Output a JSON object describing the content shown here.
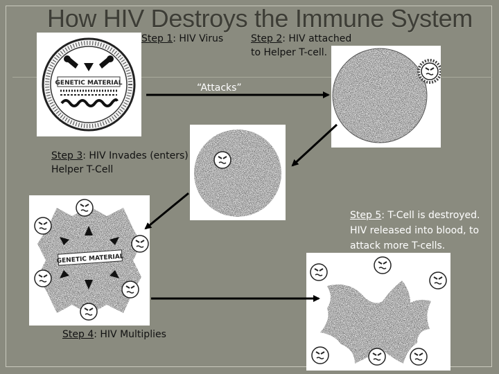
{
  "title": "How HIV Destroys the Immune System",
  "steps": [
    {
      "step": "Step 1",
      "text": ": HIV Virus"
    },
    {
      "step": "Step 2",
      "text": ": HIV attached",
      "line2": "to Helper T-cell."
    },
    {
      "step": "Step 3",
      "text": ": HIV Invades (enters)",
      "line2": "Helper T-Cell"
    },
    {
      "step": "Step 4",
      "text": ": HIV Multiplies"
    },
    {
      "step": "Step 5",
      "text": ": T-Cell is destroyed.",
      "line2": "HIV released into blood, to",
      "line3": "attack more T-cells."
    }
  ],
  "attacks_label": "“Attacks”",
  "genetic_label": "GENETIC MATERIAL",
  "colors": {
    "background": "#8a8b7f",
    "title": "#3d3d36",
    "arrow": "#000000"
  }
}
